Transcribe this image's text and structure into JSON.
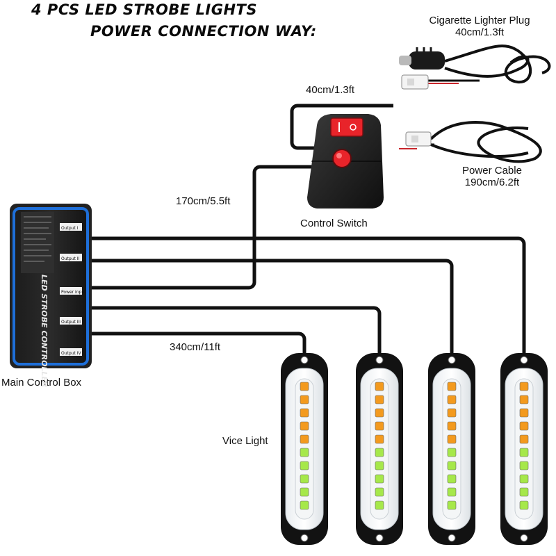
{
  "title": {
    "line1": "4 PCS LED STROBE LIGHTS",
    "line2": "POWER CONNECTION WAY:"
  },
  "labels": {
    "cigarette_plug_name": "Cigarette Lighter Plug",
    "cigarette_plug_length": "40cm/1.3ft",
    "switch_cable_length": "40cm/1.3ft",
    "power_cable_name": "Power Cable",
    "power_cable_length": "190cm/6.2ft",
    "main_cable_length": "170cm/5.5ft",
    "control_switch": "Control Switch",
    "light_cable_length": "340cm/11ft",
    "main_control_box": "Main Control Box",
    "vice_light": "Vice Light"
  },
  "control_box": {
    "name": "LED STROBE CONTROLLER",
    "outputs": [
      "Output I",
      "Output II",
      "Power input",
      "Output III",
      "Output IV"
    ]
  },
  "colors": {
    "cable": "#111111",
    "box_border": "#1e6fd9",
    "switch_red": "#e8242a",
    "led_amber": "#f39a1e",
    "led_green": "#a6e84a"
  },
  "vice_lights": {
    "count": 4,
    "amber_leds": 5,
    "green_leds": 5
  }
}
